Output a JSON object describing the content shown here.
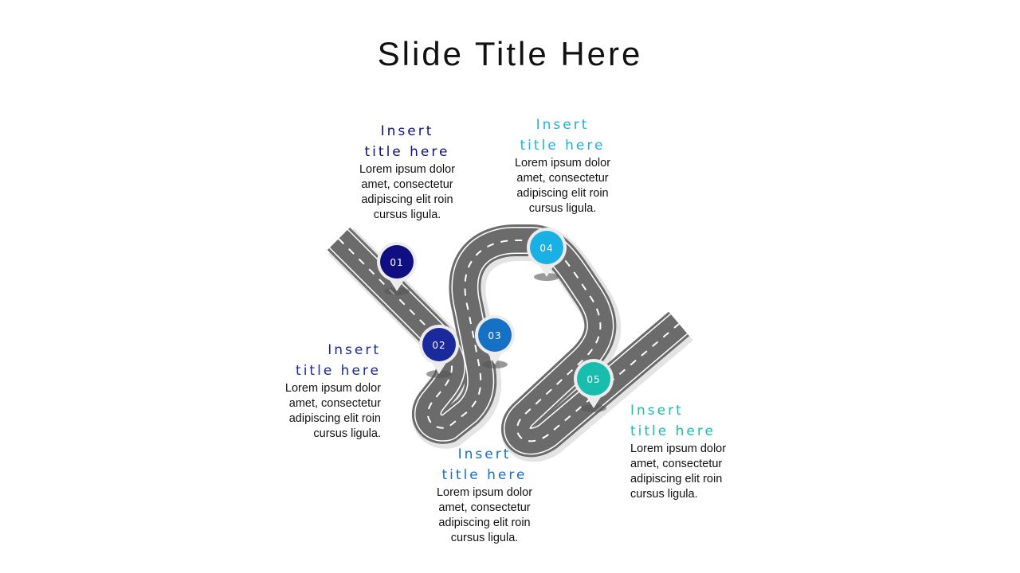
{
  "slide": {
    "title": "Slide Title Here"
  },
  "steps": [
    {
      "number": "01",
      "title_line1": "Insert",
      "title_line2": "title here",
      "body": [
        "Lorem ipsum dolor",
        "amet, consectetur",
        "adipiscing elit roin",
        "cursus ligula."
      ],
      "color": "#0f0f82"
    },
    {
      "number": "02",
      "title_line1": "Insert",
      "title_line2": "title here",
      "body": [
        "Lorem ipsum dolor",
        "amet, consectetur",
        "adipiscing elit roin",
        "cursus ligula."
      ],
      "color": "#1a2a9c"
    },
    {
      "number": "03",
      "title_line1": "Insert",
      "title_line2": "title here",
      "body": [
        "Lorem ipsum dolor",
        "amet, consectetur",
        "adipiscing elit roin",
        "cursus ligula."
      ],
      "color": "#1670c4"
    },
    {
      "number": "04",
      "title_line1": "Insert",
      "title_line2": "title here",
      "body": [
        "Lorem ipsum dolor",
        "amet, consectetur",
        "adipiscing elit roin",
        "cursus ligula."
      ],
      "color": "#1bb0e4"
    },
    {
      "number": "05",
      "title_line1": "Insert",
      "title_line2": "title here",
      "body": [
        "Lorem ipsum dolor",
        "amet, consectetur",
        "adipiscing elit roin",
        "cursus ligula."
      ],
      "color": "#18bdae"
    }
  ],
  "colors": {
    "road": "#6b6b6b",
    "road_line": "#ffffff",
    "road_shadow": "#e2e2e2"
  }
}
